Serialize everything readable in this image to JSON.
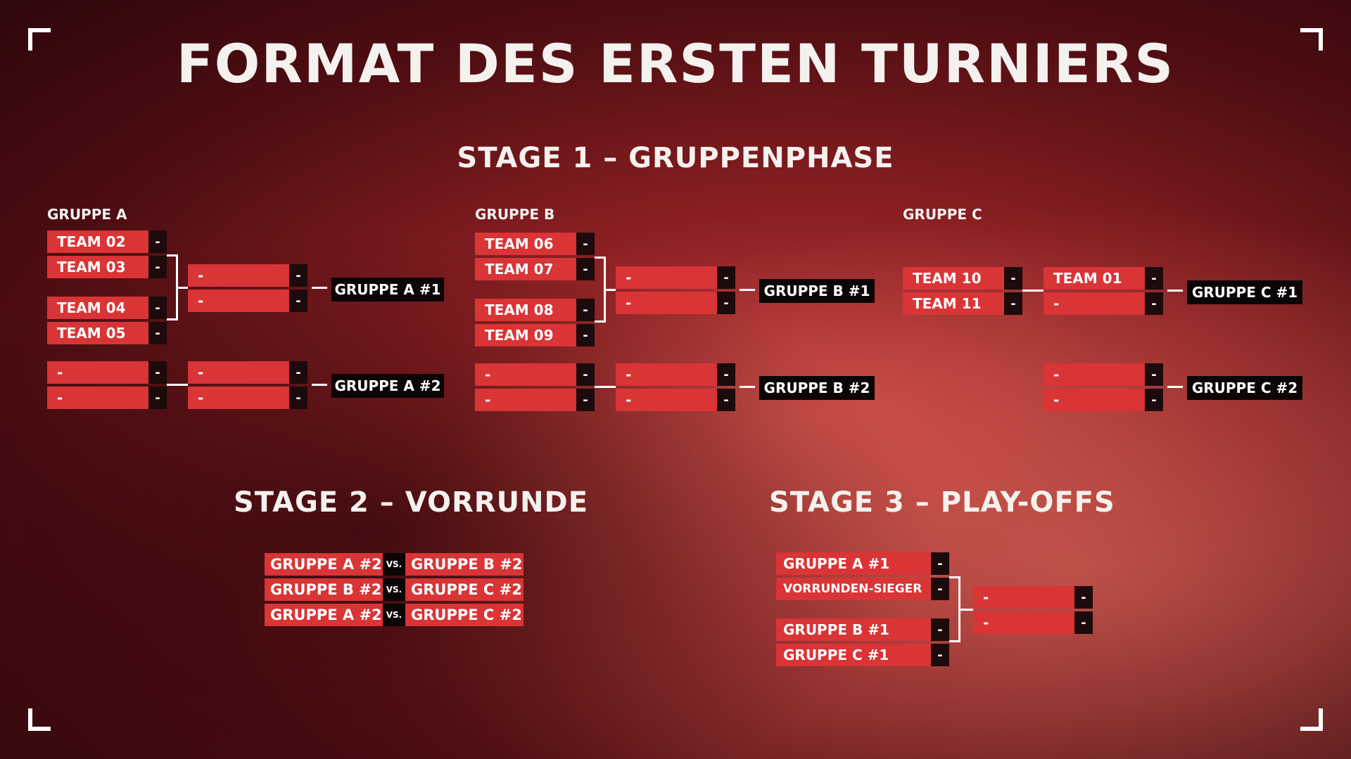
{
  "title": "FORMAT DES ERSTEN TURNIERS",
  "stage1": {
    "title": "STAGE 1 – GRUPPENPHASE",
    "groups": [
      {
        "label": "GRUPPE A",
        "semi1": [
          {
            "team": "TEAM 02",
            "score": "-"
          },
          {
            "team": "TEAM 03",
            "score": "-"
          }
        ],
        "semi2": [
          {
            "team": "TEAM 04",
            "score": "-"
          },
          {
            "team": "TEAM 05",
            "score": "-"
          }
        ],
        "upper_final": [
          {
            "team": "-",
            "score": "-"
          },
          {
            "team": "-",
            "score": "-"
          }
        ],
        "lower_first": [
          {
            "team": "-",
            "score": "-"
          },
          {
            "team": "-",
            "score": "-"
          }
        ],
        "lower_final": [
          {
            "team": "-",
            "score": "-"
          },
          {
            "team": "-",
            "score": "-"
          }
        ],
        "winner_label": "GRUPPE A #1",
        "second_label": "GRUPPE A #2"
      },
      {
        "label": "GRUPPE B",
        "semi1": [
          {
            "team": "TEAM 06",
            "score": "-"
          },
          {
            "team": "TEAM 07",
            "score": "-"
          }
        ],
        "semi2": [
          {
            "team": "TEAM 08",
            "score": "-"
          },
          {
            "team": "TEAM 09",
            "score": "-"
          }
        ],
        "upper_final": [
          {
            "team": "-",
            "score": "-"
          },
          {
            "team": "-",
            "score": "-"
          }
        ],
        "lower_first": [
          {
            "team": "-",
            "score": "-"
          },
          {
            "team": "-",
            "score": "-"
          }
        ],
        "lower_final": [
          {
            "team": "-",
            "score": "-"
          },
          {
            "team": "-",
            "score": "-"
          }
        ],
        "winner_label": "GRUPPE B #1",
        "second_label": "GRUPPE B #2"
      },
      {
        "label": "GRUPPE C",
        "semi1": [
          {
            "team": "TEAM 10",
            "score": "-"
          },
          {
            "team": "TEAM 11",
            "score": "-"
          }
        ],
        "upper_final": [
          {
            "team": "TEAM 01",
            "score": "-"
          },
          {
            "team": "-",
            "score": "-"
          }
        ],
        "lower_final": [
          {
            "team": "-",
            "score": "-"
          },
          {
            "team": "-",
            "score": "-"
          }
        ],
        "winner_label": "GRUPPE C #1",
        "second_label": "GRUPPE C #2"
      }
    ]
  },
  "stage2": {
    "title": "STAGE 2 – VORRUNDE",
    "vs_label": "VS.",
    "matches": [
      {
        "left": "GRUPPE A #2",
        "right": "GRUPPE B #2"
      },
      {
        "left": "GRUPPE B #2",
        "right": "GRUPPE C #2"
      },
      {
        "left": "GRUPPE A #2",
        "right": "GRUPPE C #2"
      }
    ]
  },
  "stage3": {
    "title": "STAGE 3 – PLAY-OFFS",
    "semi1": [
      {
        "team": "GRUPPE A #1",
        "score": "-"
      },
      {
        "team": "VORRUNDEN-SIEGER",
        "score": "-"
      }
    ],
    "semi2": [
      {
        "team": "GRUPPE B #1",
        "score": "-"
      },
      {
        "team": "GRUPPE C #1",
        "score": "-"
      }
    ],
    "final": [
      {
        "team": "-",
        "score": "-"
      },
      {
        "team": "-",
        "score": "-"
      }
    ]
  },
  "colors": {
    "team_red": "#d93436",
    "score_dark": "#1c0a0c",
    "label_black": "#0c0506",
    "text_white": "#ffffff"
  }
}
